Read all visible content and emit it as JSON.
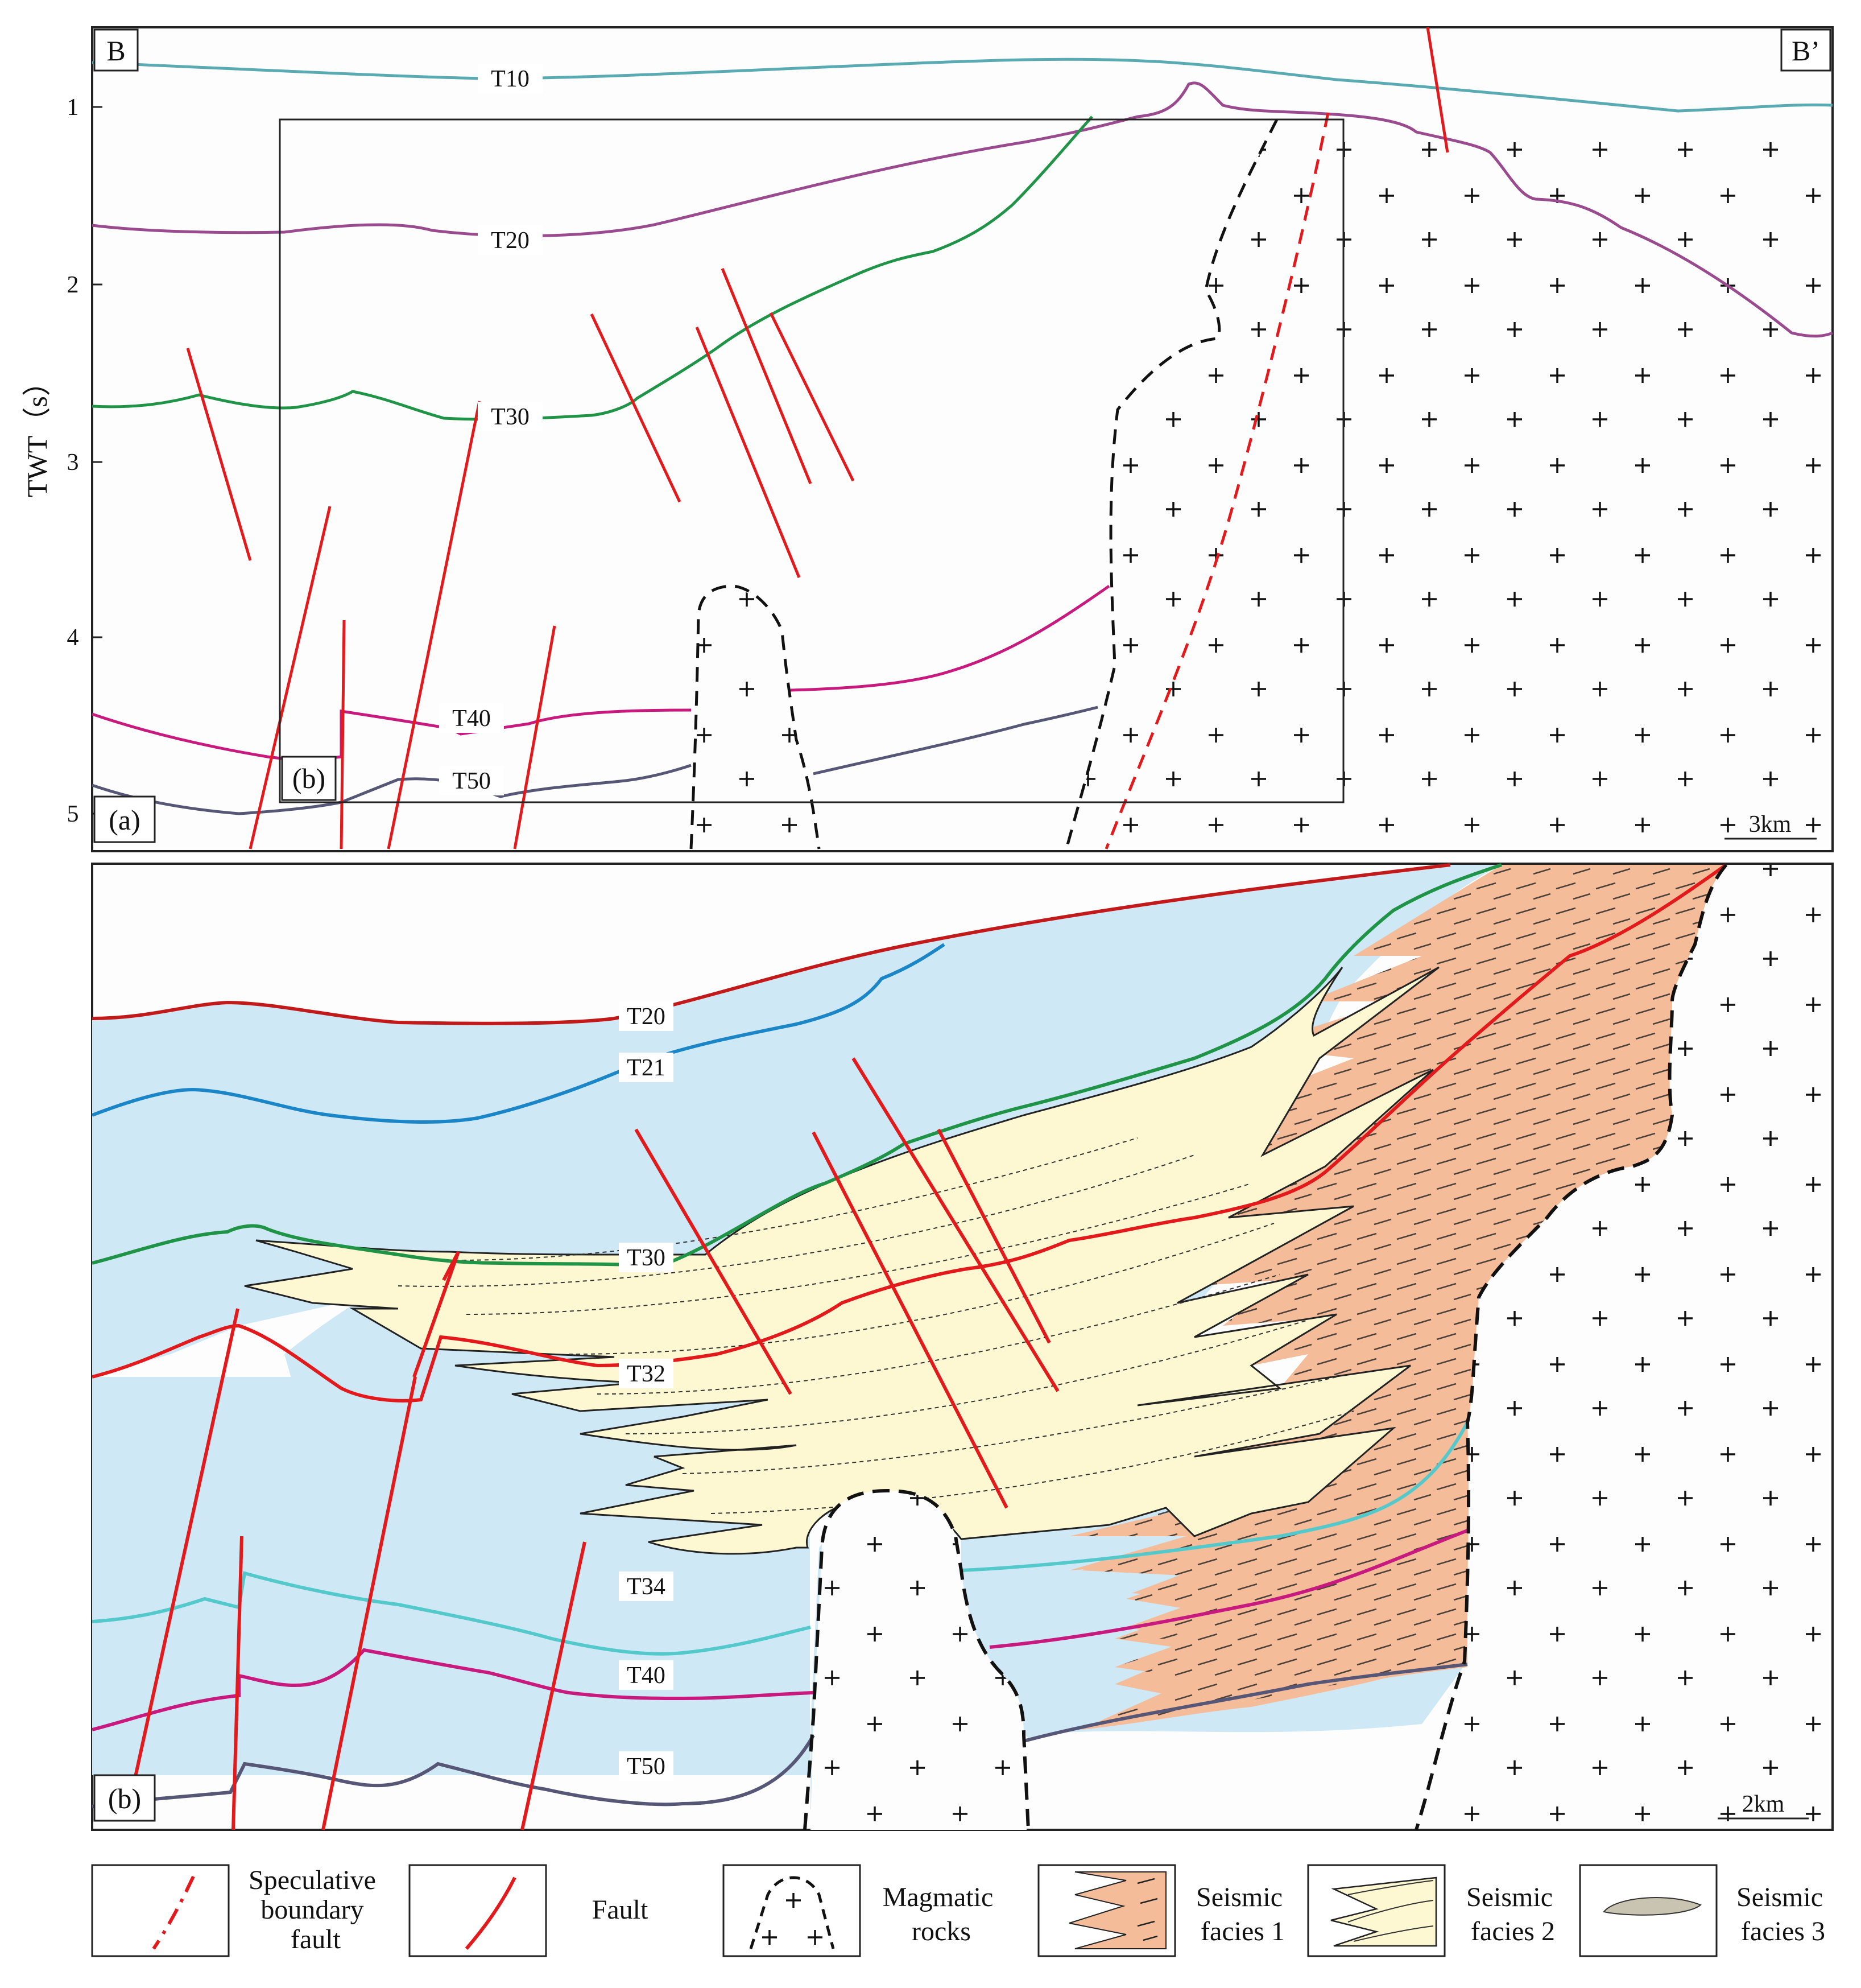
{
  "panel_a": {
    "corner_left": "B",
    "corner_right": "B’",
    "panel_label": "(a)",
    "inset_label": "(b)",
    "y_axis_title": "TWT（s）",
    "y_ticks": [
      "1",
      "2",
      "3",
      "4",
      "5"
    ],
    "horizons": [
      "T10",
      "T20",
      "T30",
      "T40",
      "T50"
    ],
    "scale_bar": "3km"
  },
  "panel_b": {
    "panel_label": "(b)",
    "horizons": [
      "T20",
      "T21",
      "T30",
      "T32",
      "T34",
      "T40",
      "T50"
    ],
    "scale_bar": "2km"
  },
  "legend": {
    "speculative_fault": "Speculative boundary fault",
    "fault": "Fault",
    "magmatic": "Magmatic rocks",
    "facies1": "Seismic facies 1",
    "facies2": "Seismic facies 2",
    "facies3": "Seismic facies 3"
  },
  "colors": {
    "T10": "#5aaab4",
    "T20_a": "#9a4a8e",
    "T30_a": "#1f9447",
    "T40": "#c81a7e",
    "T50": "#565676",
    "fault": "#e3191c",
    "basin_fill": "#cfe8f5",
    "facies1": "#f4bc98",
    "facies2": "#fdf7d2",
    "T20_b": "#c21a1a",
    "T21": "#1a86c8",
    "T32": "#e3191c",
    "T34": "#54c9cc"
  }
}
